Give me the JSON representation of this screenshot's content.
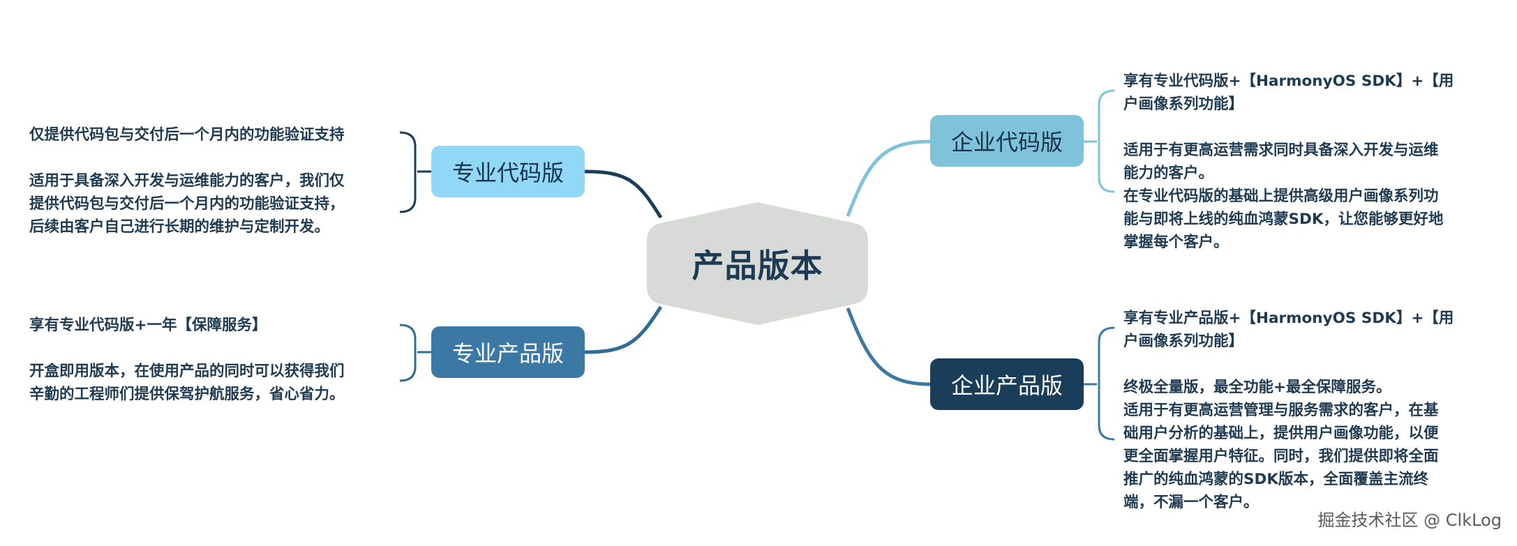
{
  "diagram": {
    "center": {
      "label": "产品版本"
    },
    "branches": [
      {
        "id": "enterprise-code",
        "label": "企业代码版",
        "color": "#7fc3da",
        "lines": [
          "享有专业代码版+【HarmonyOS SDK】+【用",
          "户画像系列功能】",
          "",
          "适用于有更高运营需求同时具备深入开发与运维",
          "能力的客户。",
          "在专业代码版的基础上提供高级用户画像系列功",
          "能与即将上线的纯血鸿蒙SDK，让您能够更好地",
          "掌握每个客户。"
        ]
      },
      {
        "id": "enterprise-product",
        "label": "企业产品版",
        "color": "#1a3d5a",
        "lines": [
          "享有专业产品版+【HarmonyOS SDK】+【用",
          "户画像系列功能】",
          "",
          "终极全量版，最全功能+最全保障服务。",
          "适用于有更高运营管理与服务需求的客户，在基",
          "础用户分析的基础上，提供用户画像功能，以便",
          "更全面掌握用户特征。同时，我们提供即将全面",
          "推广的纯血鸿蒙的SDK版本，全面覆盖主流终",
          "端，不漏一个客户。"
        ]
      },
      {
        "id": "pro-code",
        "label": "专业代码版",
        "color": "#91d8f6",
        "lines": [
          "仅提供代码包与交付后一个月内的功能验证支持",
          "",
          "适用于具备深入开发与运维能力的客户，我们仅",
          "提供代码包与交付后一个月内的功能验证支持，",
          "后续由客户自己进行长期的维护与定制开发。"
        ]
      },
      {
        "id": "pro-product",
        "label": "专业产品版",
        "color": "#3b78a3",
        "lines": [
          "享有专业代码版+一年【保障服务】",
          "",
          "开盒即用版本，在使用产品的同时可以获得我们",
          "辛勤的工程师们提供保驾护航服务，省心省力。"
        ]
      }
    ]
  },
  "watermark": "掘金技术社区 @ ClkLog"
}
